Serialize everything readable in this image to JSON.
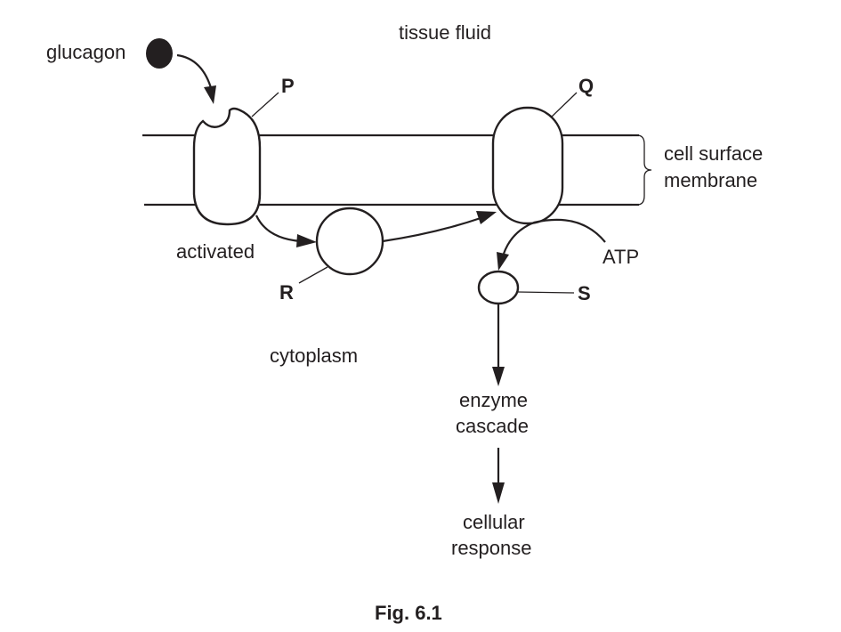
{
  "labels": {
    "tissue_fluid": "tissue fluid",
    "glucagon": "glucagon",
    "p": "P",
    "q": "Q",
    "r": "R",
    "s": "S",
    "cell_surface_line1": "cell surface",
    "cell_surface_line2": "membrane",
    "activated": "activated",
    "atp": "ATP",
    "cytoplasm": "cytoplasm",
    "enzyme_line1": "enzyme",
    "enzyme_line2": "cascade",
    "response_line1": "cellular",
    "response_line2": "response",
    "caption": "Fig. 6.1"
  },
  "colors": {
    "ink": "#231f20",
    "background": "#ffffff"
  }
}
